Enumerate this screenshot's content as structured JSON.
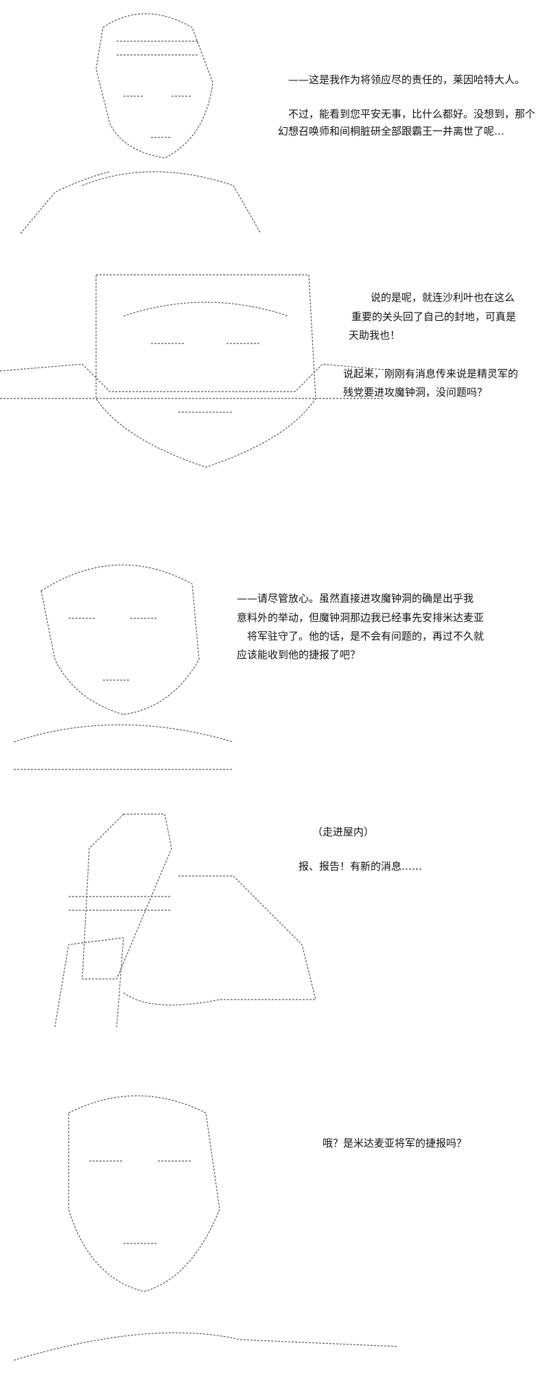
{
  "panels": [
    {
      "lines": [
        "——这是我作为将领应尽的责任的，莱因哈特大人。",
        "不过，能看到您平安无事，比什么都好。没想到，那个",
        "幻想召唤师和间桐脏研全部跟霸王一并离世了呢…"
      ]
    },
    {
      "lines": [
        "说的是呢，就连沙利叶也在这么",
        "重要的关头回了自己的封地，可真是",
        "天助我也！",
        "说起来，刚刚有消息传来说是精灵军的",
        "残党要进攻魔钟洞，没问题吗？"
      ]
    },
    {
      "lines": [
        "——请尽管放心。虽然直接进攻魔钟洞的确是出乎我",
        "意料外的举动，但魔钟洞那边我已经事先安排米达麦亚",
        "将军驻守了。他的话，是不会有问题的，再过不久就",
        "应该能收到他的捷报了吧？"
      ]
    },
    {
      "lines": [
        "（走进屋内）",
        "报、报告！有新的消息……"
      ]
    },
    {
      "lines": [
        "哦？是米达麦亚将军的捷报吗？"
      ]
    }
  ]
}
